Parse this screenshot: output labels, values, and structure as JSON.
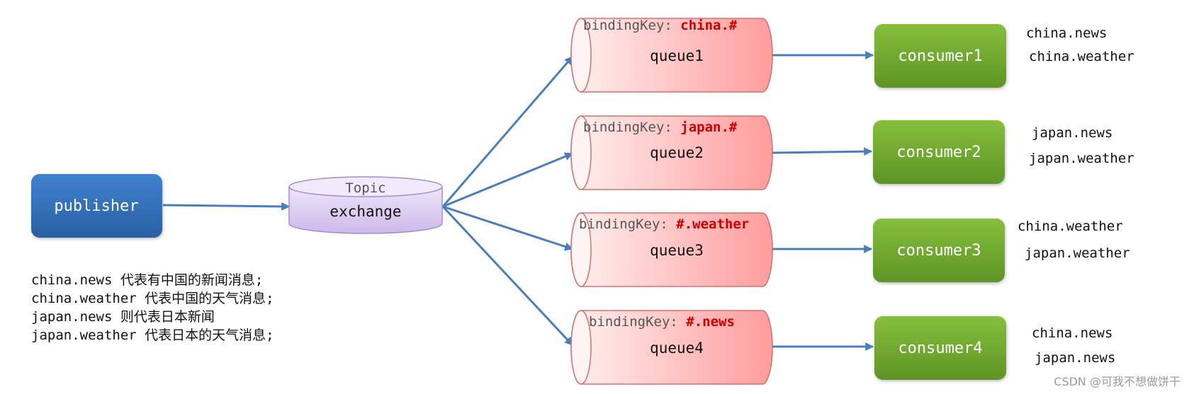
{
  "publisher": {
    "label": "publisher"
  },
  "exchange": {
    "type_label": "Topic",
    "label": "exchange"
  },
  "binding_prefix": "bindingKey: ",
  "queues": [
    {
      "label": "queue1",
      "binding_key": "china.#"
    },
    {
      "label": "queue2",
      "binding_key": "japan.#"
    },
    {
      "label": "queue3",
      "binding_key": "#.weather"
    },
    {
      "label": "queue4",
      "binding_key": "#.news"
    }
  ],
  "consumers": [
    {
      "label": "consumer1",
      "routes": [
        "china.news",
        "china.weather"
      ]
    },
    {
      "label": "consumer2",
      "routes": [
        "japan.news",
        "japan.weather"
      ]
    },
    {
      "label": "consumer3",
      "routes": [
        "china.weather",
        "japan.weather"
      ]
    },
    {
      "label": "consumer4",
      "routes": [
        "china.news",
        "japan.news"
      ]
    }
  ],
  "legend_lines": [
    "china.news 代表有中国的新闻消息;",
    "china.weather 代表中国的天气消息;",
    "japan.news 则代表日本新闻",
    "japan.weather 代表日本的天气消息;"
  ],
  "watermark": "CSDN @可我不想做饼干",
  "colors": {
    "publisher": "#2e6db4",
    "exchange": "#d8c8ee",
    "queue_start": "#ffe8e8",
    "queue_end": "#ff9d9d",
    "consumer": "#6fa62d",
    "arrow": "#4a7ebb",
    "binding_value": "#cc0000"
  }
}
